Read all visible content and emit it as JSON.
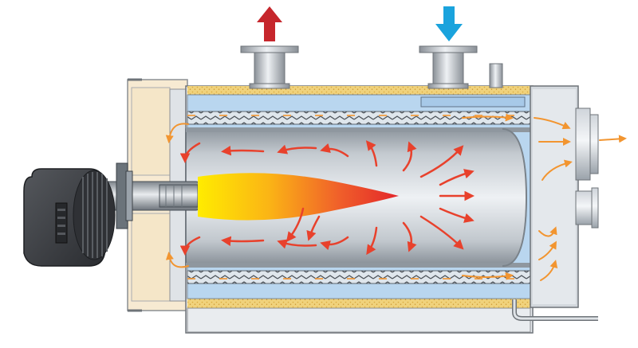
{
  "figure": {
    "subject": "horizontal-fire-tube-boiler-cross-section",
    "components": [
      "burner-housing",
      "burner-fan-grille",
      "burner-blast-tube",
      "front-door",
      "combustion-chamber",
      "flame",
      "water-jacket",
      "insulation-layer",
      "hot-water-outlet",
      "cold-water-inlet",
      "small-fitting",
      "smoke-box",
      "flue-outlet",
      "drain-pipe"
    ],
    "icons": {
      "outlet_arrow": "arrow-up-icon",
      "inlet_arrow": "arrow-down-icon",
      "gas_flow": "flow-arrow-icon"
    },
    "colors": {
      "hot_outlet_arrow": "#c6262c",
      "cold_inlet_arrow": "#1aa3dd",
      "flame_inner": "#ffec00",
      "flame_outer": "#e3262b",
      "flow_arrow_red": "#e8412c",
      "flow_arrow_orange": "#f29530",
      "water": "#b9d6ef",
      "insulation": "#f0d27c",
      "burner_body": "#3b3d41",
      "front_door": "#f7ead2"
    }
  }
}
